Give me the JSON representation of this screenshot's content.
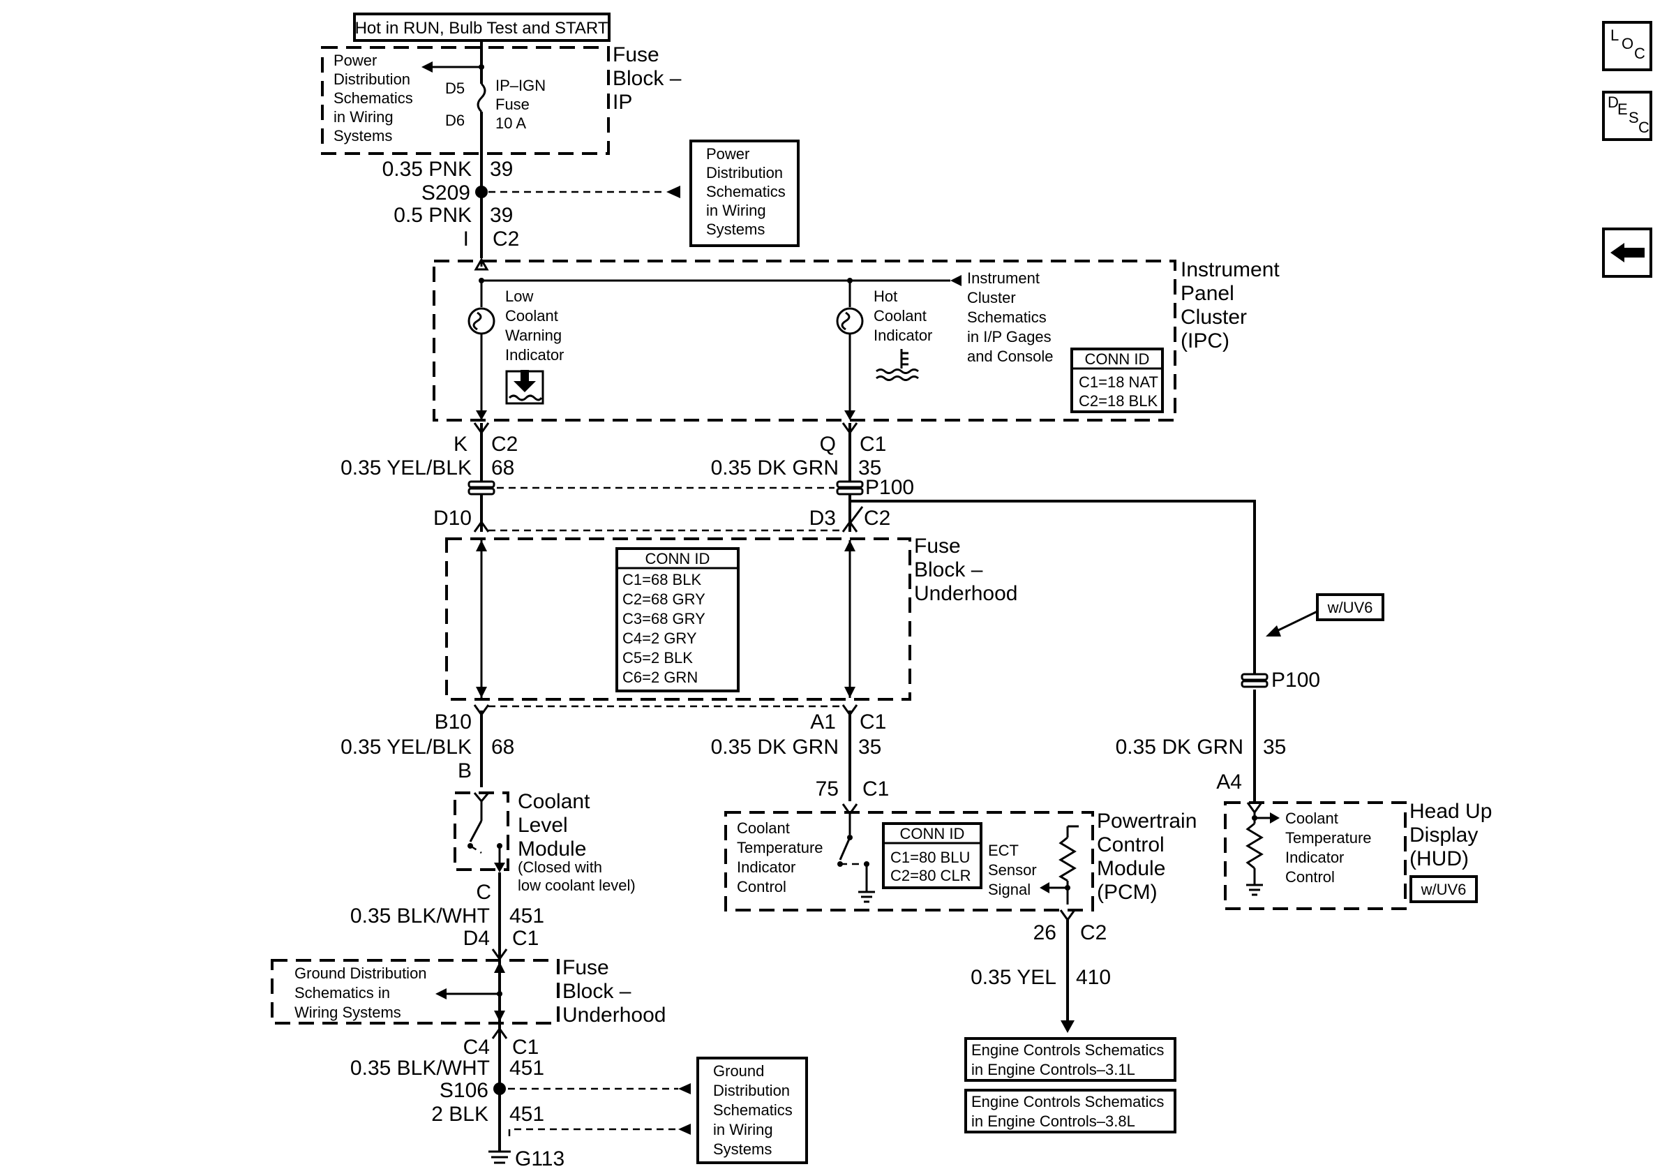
{
  "nav": {
    "loc": [
      "L",
      "O",
      "C"
    ],
    "desc": [
      "D",
      "E",
      "S",
      "C"
    ]
  },
  "boxes": {
    "hot_in_run": "Hot in RUN, Bulb Test and START",
    "power_dist_1": [
      "Power",
      "Distribution",
      "Schematics",
      "in Wiring",
      "Systems"
    ],
    "power_dist_2": [
      "Power",
      "Distribution",
      "Schematics",
      "in Wiring",
      "Systems"
    ],
    "fuse_block_ip": [
      "Fuse",
      "Block –",
      "IP"
    ],
    "ip_ign_fuse": [
      "IP–IGN",
      "Fuse",
      "10 A"
    ],
    "ipc_title": [
      "Instrument",
      "Panel",
      "Cluster",
      "(IPC)"
    ],
    "low_coolant": [
      "Low",
      "Coolant",
      "Warning",
      "Indicator"
    ],
    "hot_coolant": [
      "Hot",
      "Coolant",
      "Indicator"
    ],
    "ic_schematics": [
      "Instrument",
      "Cluster",
      "Schematics",
      "in I/P Gages",
      "and Console"
    ],
    "ipc_conn_title": "CONN ID",
    "ipc_conn": [
      "C1=18 NAT",
      "C2=18 BLK"
    ],
    "fbu_title": [
      "Fuse",
      "Block –",
      "Underhood"
    ],
    "fbu_conn_title": "CONN ID",
    "fbu_conn": [
      "C1=68 BLK",
      "C2=68 GRY",
      "C3=68 GRY",
      "C4=2 GRY",
      "C5=2 BLK",
      "C6=2 GRN"
    ],
    "wuv6_1": "w/UV6",
    "wuv6_2": "w/UV6",
    "coolant_level": [
      "Coolant",
      "Level",
      "Module"
    ],
    "coolant_level_note": [
      "(Closed with",
      "low coolant level)"
    ],
    "pcm_title": [
      "Powertrain",
      "Control",
      "Module",
      "(PCM)"
    ],
    "pcm_cti": [
      "Coolant",
      "Temperature",
      "Indicator",
      "Control"
    ],
    "pcm_conn_title": "CONN ID",
    "pcm_conn": [
      "C1=80 BLU",
      "C2=80 CLR"
    ],
    "ect": [
      "ECT",
      "Sensor",
      "Signal"
    ],
    "hud_title": [
      "Head Up",
      "Display",
      "(HUD)"
    ],
    "hud_cti": [
      "Coolant",
      "Temperature",
      "Indicator",
      "Control"
    ],
    "fbu2_title": [
      "Fuse",
      "Block –",
      "Underhood"
    ],
    "ground_dist_1": [
      "Ground Distribution",
      "Schematics in",
      "Wiring Systems"
    ],
    "ground_dist_2": [
      "Ground",
      "Distribution",
      "Schematics",
      "in Wiring",
      "Systems"
    ],
    "engine_31": [
      "Engine Controls Schematics",
      "in Engine Controls–3.1L"
    ],
    "engine_38": [
      "Engine Controls Schematics",
      "in Engine Controls–3.8L"
    ]
  },
  "labels": {
    "d5": "D5",
    "d6": "D6",
    "w035pnk": "0.35 PNK",
    "c39a": "39",
    "s209": "S209",
    "w05pnk": "0.5 PNK",
    "c39b": "39",
    "pinI": "I",
    "c2a": "C2",
    "pinK": "K",
    "c2b": "C2",
    "w035yb1": "0.35 YEL/BLK",
    "c68a": "68",
    "pinQ": "Q",
    "c1a": "C1",
    "w035dg1": "0.35 DK GRN",
    "c35a": "35",
    "p100a": "P100",
    "d10": "D10",
    "d3": "D3",
    "c2c": "C2",
    "b10": "B10",
    "w035yb2": "0.35 YEL/BLK",
    "c68b": "68",
    "pinB": "B",
    "a1": "A1",
    "c1b": "C1",
    "w035dg2": "0.35 DK GRN",
    "c35b": "35",
    "p100b": "P100",
    "w035dg3": "0.35 DK GRN",
    "c35c": "35",
    "a4": "A4",
    "c75": "75",
    "c1c": "C1",
    "pinC": "C",
    "w035bw1": "0.35 BLK/WHT",
    "c451a": "451",
    "d4": "D4",
    "c1d": "C1",
    "c26": "26",
    "c2d": "C2",
    "w035yel": "0.35 YEL",
    "c410": "410",
    "c4": "C4",
    "c1e": "C1",
    "w035bw2": "0.35 BLK/WHT",
    "c451b": "451",
    "s106": "S106",
    "w2blk": "2 BLK",
    "c451c": "451",
    "g113": "G113"
  }
}
